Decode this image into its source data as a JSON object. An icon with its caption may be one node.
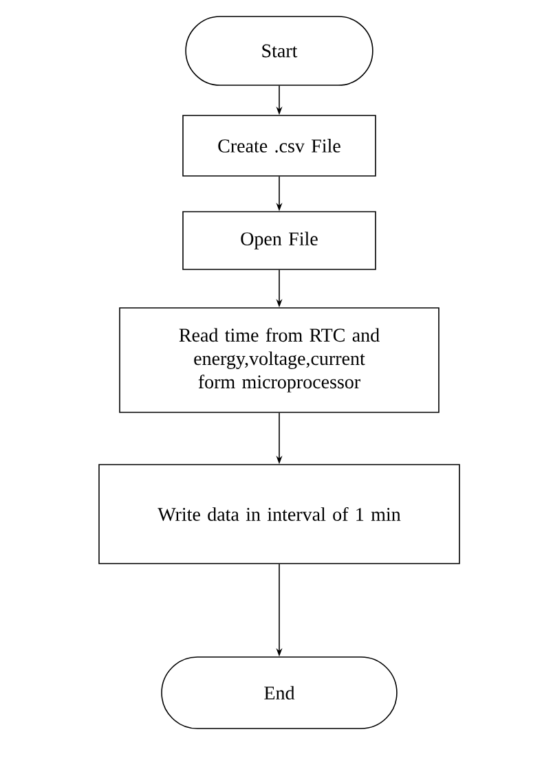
{
  "diagram": {
    "nodes": [
      {
        "text": [
          "Start"
        ]
      },
      {
        "text": [
          "Create .csv File"
        ]
      },
      {
        "text": [
          "Open File"
        ]
      },
      {
        "text": [
          "Read time from RTC and energy,voltage,current form microprocessor"
        ]
      },
      {
        "text": [
          "Write data in interval of 1 min"
        ]
      },
      {
        "text": [
          "End"
        ]
      }
    ],
    "edges": [
      {
        "from": 0,
        "to": 1,
        "arrow": "to"
      },
      {
        "from": 1,
        "to": 2,
        "arrow": "to"
      },
      {
        "from": 2,
        "to": 3,
        "arrow": "to"
      },
      {
        "from": 3,
        "to": 4,
        "arrow": "to"
      },
      {
        "from": 4,
        "to": 5,
        "arrow": "to"
      }
    ]
  }
}
